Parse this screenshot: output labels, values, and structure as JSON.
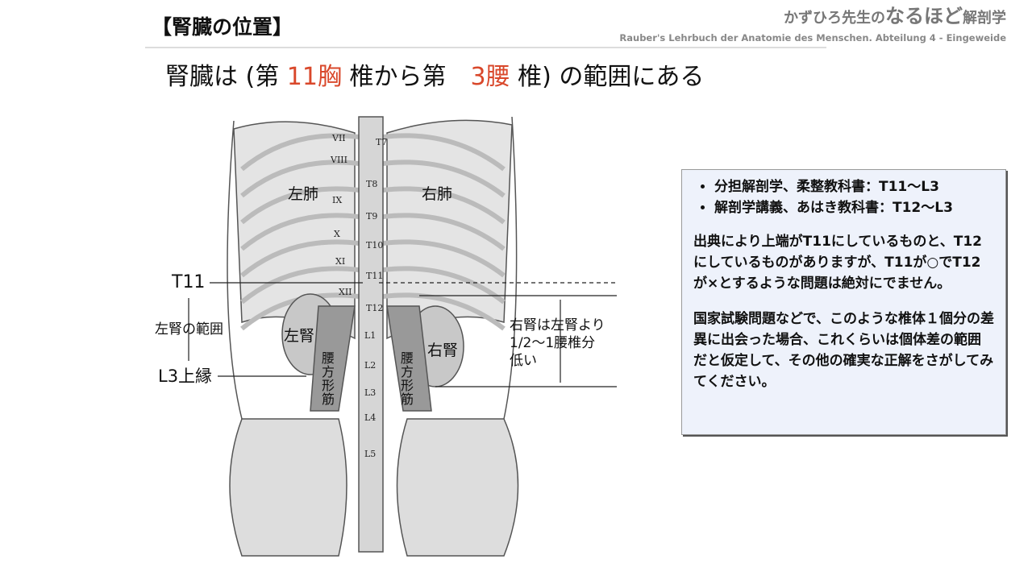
{
  "header": {
    "title": "【腎臓の位置】",
    "brand_small": "かずひろ先生の",
    "brand_big": "なるほど",
    "brand_tail": "解剖学",
    "source": "Rauber's Lehrbuch der Anatomie des Menschen. Abteilung 4 - Eingeweide"
  },
  "subtitle": {
    "p1": "腎臓は (第 ",
    "red1": "11胸",
    "p2": " 椎から第　",
    "red2": "3腰",
    "p3": " 椎) の範囲にある"
  },
  "figure": {
    "ribs": [
      "VII",
      "VIII",
      "IX",
      "X",
      "XI",
      "XII"
    ],
    "thoracic": [
      "T7",
      "T8",
      "T9",
      "T10",
      "T11",
      "T12"
    ],
    "lumbar": [
      "L1",
      "L2",
      "L3",
      "L4",
      "L5"
    ],
    "left_lung": "左肺",
    "right_lung": "右肺",
    "left_kidney": "左腎",
    "right_kidney": "右腎",
    "muscle_left": "腰方形筋",
    "muscle_right": "腰方形筋"
  },
  "annotations": {
    "t11": "T11",
    "left_range": "左腎の範囲",
    "l3": "L3上縁",
    "right_note": [
      "右腎は左腎より",
      "1/2〜1腰椎分",
      "低い"
    ]
  },
  "note_box": {
    "bullets": [
      "分担解剖学、柔整教科書：T11〜L3",
      "解剖学講義、あはき教科書：T12〜L3"
    ],
    "para1": "出典により上端がT11にしているものと、T12にしているものがありますが、T11が○でT12が×とするような問題は絶対にでません。",
    "para2": "国家試験問題などで、このような椎体１個分の差異に出会った場合、これくらいは個体差の範囲だと仮定して、その他の確実な正解をさがしてみてください。"
  },
  "colors": {
    "accent_red": "#d9482b",
    "box_bg": "#eef2fb"
  }
}
